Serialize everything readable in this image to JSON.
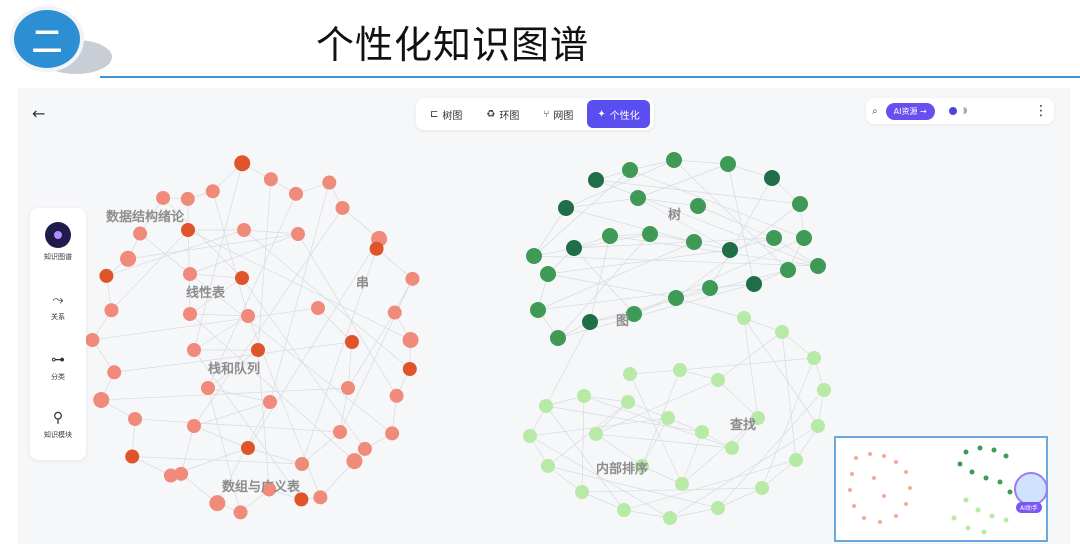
{
  "slide": {
    "badge": "二",
    "title": "个性化知识图谱"
  },
  "app": {
    "back_icon": "arrow-left-icon",
    "tabs": [
      {
        "label": "树图",
        "icon": "tree-icon",
        "active": false
      },
      {
        "label": "环图",
        "icon": "ring-icon",
        "active": false
      },
      {
        "label": "网图",
        "icon": "network-icon",
        "active": false
      },
      {
        "label": "个性化",
        "icon": "magic-wand-icon",
        "active": true
      }
    ],
    "toolbar": {
      "search_icon": "search-icon",
      "ai_button": "AI资源 →",
      "more_icon": "more-vertical-icon"
    },
    "sidebar": [
      {
        "label": "知识图谱",
        "icon": "knowledge-graph-icon"
      },
      {
        "label": "关系",
        "icon": "relation-icon"
      },
      {
        "label": "分类",
        "icon": "category-icon"
      },
      {
        "label": "知识模块",
        "icon": "module-icon"
      }
    ],
    "clusters": {
      "left": [
        "数据结构绪论",
        "线性表",
        "栈和队列",
        "数组与广义表",
        "串"
      ],
      "right": [
        "树",
        "图",
        "查找",
        "内部排序"
      ]
    },
    "avatar_label": "AI助手",
    "colors": {
      "accent": "#5b4ef0",
      "rule": "#3d93d6",
      "red_node": "#f08a7a",
      "dark_red_node": "#e0542c",
      "green_node": "#3f9a56",
      "dark_green_node": "#1f6e48",
      "light_green_node": "#b7eaa6"
    }
  }
}
